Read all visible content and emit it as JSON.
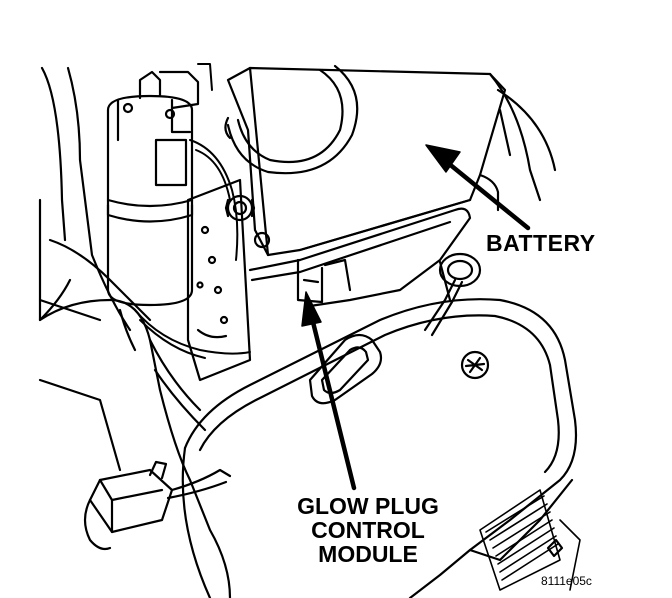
{
  "labels": {
    "battery": "BATTERY",
    "glow_plug_line1": "GLOW PLUG",
    "glow_plug_line2": "CONTROL",
    "glow_plug_line3": "MODULE"
  },
  "figure_id": "8111e05c",
  "colors": {
    "ink": "#000000",
    "paper": "#ffffff"
  }
}
